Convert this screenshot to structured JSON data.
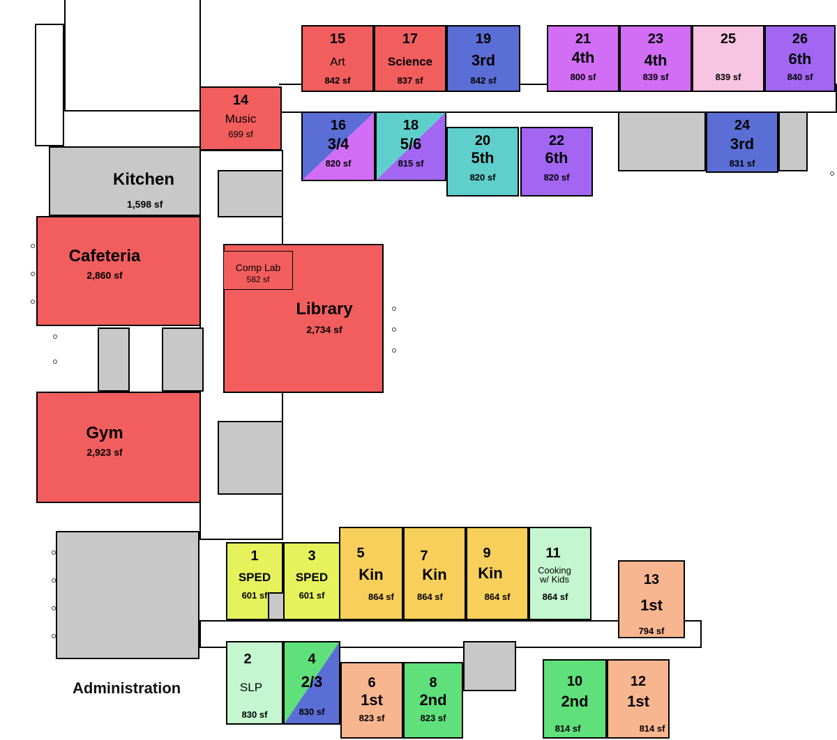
{
  "colors": {
    "red": "#f25e5e",
    "blue": "#5a6ed6",
    "magenta": "#d26ef5",
    "pink": "#f7c4e2",
    "violet": "#a366f2",
    "teal": "#5fcfcc",
    "yellow": "#e6f25c",
    "orange": "#f7cf5a",
    "mint": "#c4f7cf",
    "green": "#5fe07a",
    "peach": "#f8b690",
    "gray": "#c8c8c8"
  },
  "labels": {
    "administration": "Administration"
  },
  "rooms": [
    {
      "id": "15",
      "name": "Art",
      "area": "842 sf",
      "color": "red"
    },
    {
      "id": "17",
      "name": "Science",
      "area": "837 sf",
      "color": "red"
    },
    {
      "id": "19",
      "name": "3rd",
      "area": "842 sf",
      "color": "blue"
    },
    {
      "id": "21",
      "name": "4th",
      "area": "800 sf",
      "color": "magenta"
    },
    {
      "id": "23",
      "name": "4th",
      "area": "839 sf",
      "color": "magenta"
    },
    {
      "id": "25",
      "name": "",
      "area": "839 sf",
      "color": "pink"
    },
    {
      "id": "26",
      "name": "6th",
      "area": "840 sf",
      "color": "violet"
    },
    {
      "id": "14",
      "name": "Music",
      "area": "699 sf",
      "color": "red"
    },
    {
      "id": "16",
      "name": "3/4",
      "area": "820 sf",
      "color": "blue+magenta"
    },
    {
      "id": "18",
      "name": "5/6",
      "area": "815 sf",
      "color": "teal+violet"
    },
    {
      "id": "20",
      "name": "5th",
      "area": "820 sf",
      "color": "teal"
    },
    {
      "id": "22",
      "name": "6th",
      "area": "820 sf",
      "color": "violet"
    },
    {
      "id": "24",
      "name": "3rd",
      "area": "831 sf",
      "color": "blue"
    },
    {
      "id": "",
      "name": "Kitchen",
      "area": "1,598 sf",
      "color": "gray"
    },
    {
      "id": "",
      "name": "Cafeteria",
      "area": "2,860 sf",
      "color": "red"
    },
    {
      "id": "",
      "name": "Comp Lab",
      "area": "582 sf",
      "color": "red"
    },
    {
      "id": "",
      "name": "Library",
      "area": "2,734 sf",
      "color": "red"
    },
    {
      "id": "",
      "name": "Gym",
      "area": "2,923 sf",
      "color": "red"
    },
    {
      "id": "1",
      "name": "SPED",
      "area": "601 sf",
      "color": "yellow"
    },
    {
      "id": "3",
      "name": "SPED",
      "area": "601 sf",
      "color": "yellow"
    },
    {
      "id": "5",
      "name": "Kin",
      "area": "864 sf",
      "color": "orange"
    },
    {
      "id": "7",
      "name": "Kin",
      "area": "864 sf",
      "color": "orange"
    },
    {
      "id": "9",
      "name": "Kin",
      "area": "864 sf",
      "color": "orange"
    },
    {
      "id": "11",
      "name": "Cooking w/ Kids",
      "area": "864 sf",
      "color": "mint"
    },
    {
      "id": "13",
      "name": "1st",
      "area": "794 sf",
      "color": "peach"
    },
    {
      "id": "2",
      "name": "SLP",
      "area": "830 sf",
      "color": "mint"
    },
    {
      "id": "4",
      "name": "2/3",
      "area": "830 sf",
      "color": "green+blue"
    },
    {
      "id": "6",
      "name": "1st",
      "area": "823 sf",
      "color": "peach"
    },
    {
      "id": "8",
      "name": "2nd",
      "area": "823 sf",
      "color": "green"
    },
    {
      "id": "10",
      "name": "2nd",
      "area": "814 sf",
      "color": "green"
    },
    {
      "id": "12",
      "name": "1st",
      "area": "814 sf",
      "color": "peach"
    }
  ]
}
